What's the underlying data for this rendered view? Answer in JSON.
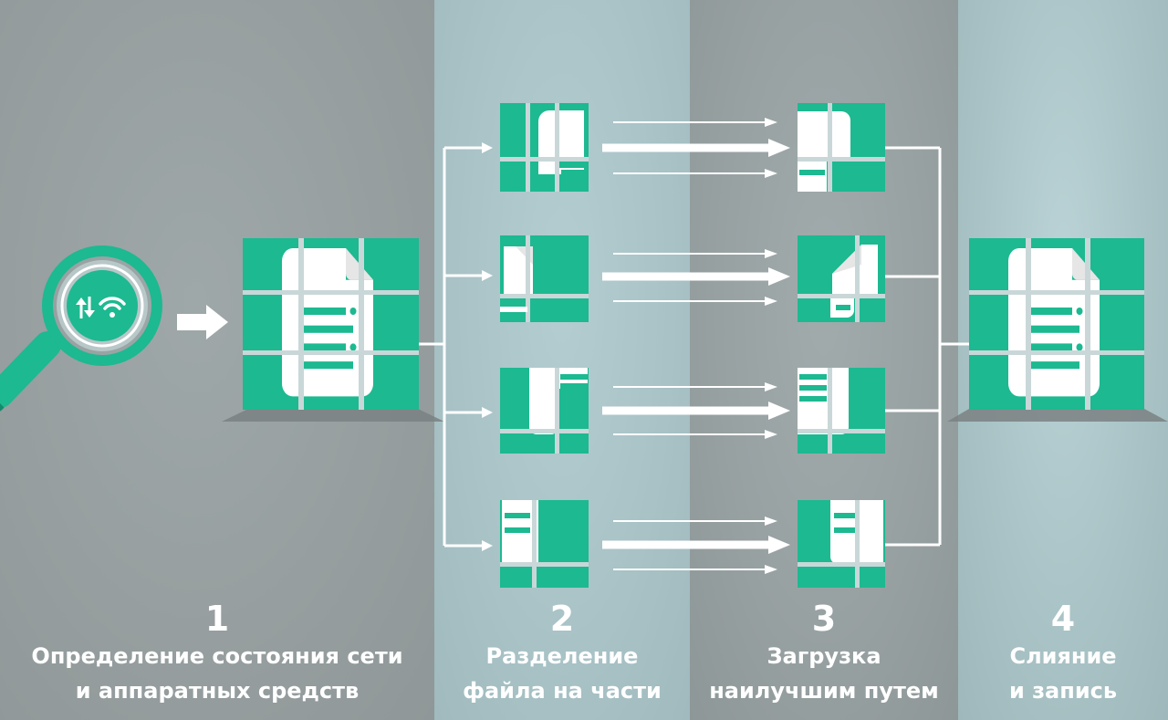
{
  "colors": {
    "accent": "#1db991",
    "band_gray": "#959d9e",
    "band_teal": "#a9c3c7",
    "white": "#ffffff"
  },
  "icons": [
    "magnifier-icon",
    "network-status-icon",
    "arrow-right-icon",
    "document-icon"
  ],
  "steps": [
    {
      "number": "1",
      "line1": "Определение состояния сети",
      "line2": "и аппаратных средств"
    },
    {
      "number": "2",
      "line1": "Разделение",
      "line2": "файла на части"
    },
    {
      "number": "3",
      "line1": "Загрузка",
      "line2": "наилучшим путем"
    },
    {
      "number": "4",
      "line1": "Слияние",
      "line2": "и запись"
    }
  ]
}
